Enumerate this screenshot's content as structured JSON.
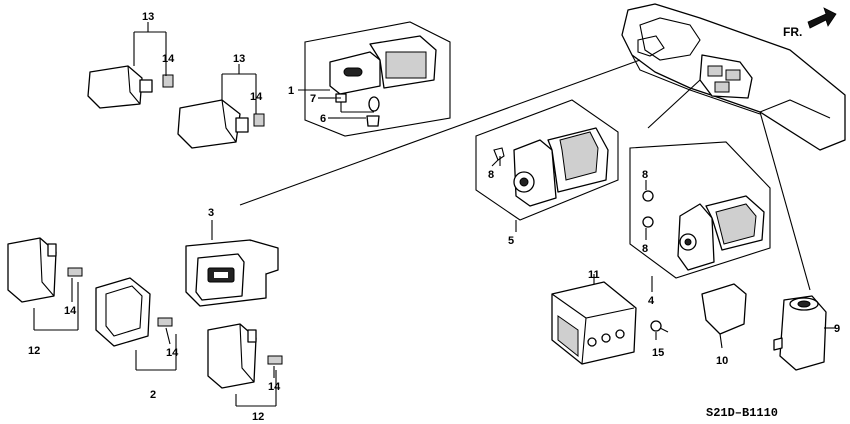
{
  "diagram": {
    "code": "S21D–B1110",
    "direction_label": "FR.",
    "callouts": [
      {
        "id": "c13a",
        "text": "13"
      },
      {
        "id": "c14a",
        "text": "14"
      },
      {
        "id": "c13b",
        "text": "13"
      },
      {
        "id": "c14b",
        "text": "14"
      },
      {
        "id": "c1",
        "text": "1"
      },
      {
        "id": "c7",
        "text": "7"
      },
      {
        "id": "c6",
        "text": "6"
      },
      {
        "id": "c3",
        "text": "3"
      },
      {
        "id": "c8a",
        "text": "8"
      },
      {
        "id": "c5",
        "text": "5"
      },
      {
        "id": "c8b",
        "text": "8"
      },
      {
        "id": "c8c",
        "text": "8"
      },
      {
        "id": "c4",
        "text": "4"
      },
      {
        "id": "c11",
        "text": "11"
      },
      {
        "id": "c15",
        "text": "15"
      },
      {
        "id": "c10",
        "text": "10"
      },
      {
        "id": "c9",
        "text": "9"
      },
      {
        "id": "c14c",
        "text": "14"
      },
      {
        "id": "c12a",
        "text": "12"
      },
      {
        "id": "c14d",
        "text": "14"
      },
      {
        "id": "c2",
        "text": "2"
      },
      {
        "id": "c14e",
        "text": "14"
      },
      {
        "id": "c12b",
        "text": "12"
      }
    ]
  }
}
